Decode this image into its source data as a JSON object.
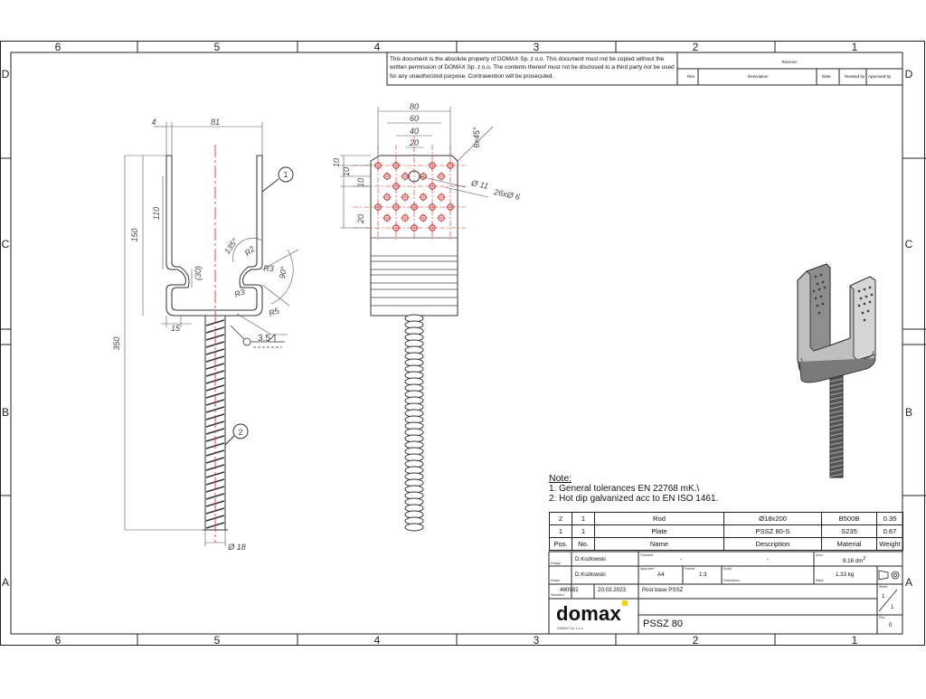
{
  "zones_h": [
    "6",
    "5",
    "4",
    "3",
    "2",
    "1"
  ],
  "zones_v": [
    "D",
    "C",
    "B",
    "A"
  ],
  "copyright": "This document is the absolute property of DOMAX Sp. z o.o. This document must not be copied without the written permission of DOMAX Sp. z o.o. The contents thereof must not be disclosed to a third party nor be used for any unauthorized purpose. Contravention will be prosecuted.",
  "revision_table": {
    "title": "Revision",
    "headers": [
      "Rev.",
      "Description",
      "Date",
      "Revised by",
      "Approved by"
    ]
  },
  "dimensions_front": {
    "d_4": "4",
    "d_81": "81",
    "d_150": "150",
    "d_110": "110",
    "d_30": "(30)",
    "d_350": "350",
    "d_15": "15",
    "r_r2": "R2",
    "r_r3a": "R3",
    "r_r3b": "R3",
    "r_r5": "R5",
    "ang_135": "135°",
    "ang_90": "90°",
    "rod_dia": "Ø 18",
    "weld": "3.5"
  },
  "dimensions_side": {
    "d_80": "80",
    "d_60": "60",
    "d_40": "40",
    "d_20": "20",
    "v_10a": "10",
    "v_10b": "10",
    "v_10c": "10",
    "v_20": "20",
    "chamfer": "6x45°",
    "hole_big": "Ø 11",
    "holes_small": "26xØ 6"
  },
  "balloons": [
    "1",
    "2"
  ],
  "notes": {
    "title": "Note:",
    "line1": "1.   General tolerances EN 22768 mK.\\",
    "line2": "2.   Hot dip galvanized acc to EN ISO 1461."
  },
  "bom": {
    "rows": [
      [
        "2",
        "1",
        "Rod",
        "Ø18x200",
        "B500B",
        "0.35"
      ],
      [
        "1",
        "1",
        "Plate",
        "PSSZ 80-S",
        "S235",
        "0.67"
      ]
    ],
    "headers": [
      "Pos.",
      "No.",
      "Name",
      "Description",
      "Material",
      "Weight"
    ]
  },
  "title_block": {
    "designed_by": "D.Kozłowski",
    "checked_by": "D.Kozłowski",
    "dash1": "-",
    "dash2": "-",
    "area": "8.16 dm",
    "area_sup": "2",
    "format": "A4",
    "scale": "1:3",
    "mass": "1.33 kg",
    "drawing_no": "480982",
    "date": "20.03.2023",
    "title": "Post base PSSZ",
    "part": "PSSZ 80",
    "sheet_a": "1",
    "sheet_b": "1",
    "rev": "0",
    "company": "domax",
    "company_small": "DOMAX Sp. z o.o.",
    "small_labels": [
      "Design",
      "Drawn",
      "Checked",
      "Approved",
      "Standard",
      "Format",
      "Scale",
      "Description",
      "Area",
      "Mass",
      "Sheet",
      "Rev."
    ]
  }
}
